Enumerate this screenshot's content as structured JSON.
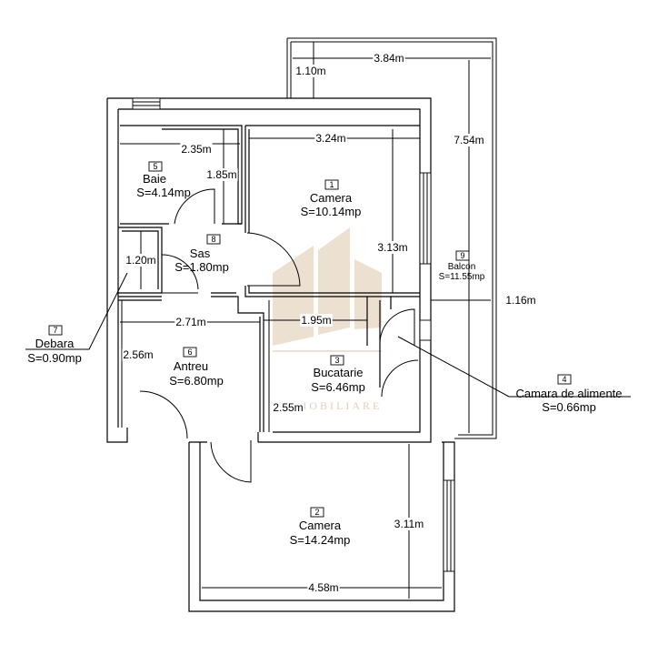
{
  "rooms": [
    {
      "number": "1",
      "name": "Camera",
      "area": "S=10.14mp"
    },
    {
      "number": "2",
      "name": "Camera",
      "area": "S=14.24mp"
    },
    {
      "number": "3",
      "name": "Bucatarie",
      "area": "S=6.46mp"
    },
    {
      "number": "4",
      "name": "Camara de alimente",
      "area": "S=0.66mp"
    },
    {
      "number": "5",
      "name": "Baie",
      "area": "S=4.14mp"
    },
    {
      "number": "6",
      "name": "Antreu",
      "area": "S=6.80mp"
    },
    {
      "number": "7",
      "name": "Debara",
      "area": "S=0.90mp"
    },
    {
      "number": "8",
      "name": "Sas",
      "area": "S=1.80mp"
    },
    {
      "number": "9",
      "name": "Balcon",
      "area": "S=11.55mp"
    }
  ],
  "dimensions": {
    "balcony_width": "3.84m",
    "balcony_top": "1.10m",
    "balcony_length": "7.54m",
    "balcony_depth": "1.16m",
    "room1_width": "3.24m",
    "room1_height": "3.13m",
    "bath_width": "2.35m",
    "bath_height": "1.85m",
    "sas_height": "1.20m",
    "hall_width": "2.71m",
    "hall_height": "2.56m",
    "kitchen_width": "1.95m",
    "kitchen_height": "2.55m",
    "room2_height": "3.11m",
    "room2_width": "4.58m"
  },
  "watermark": "IMOBILIARE"
}
